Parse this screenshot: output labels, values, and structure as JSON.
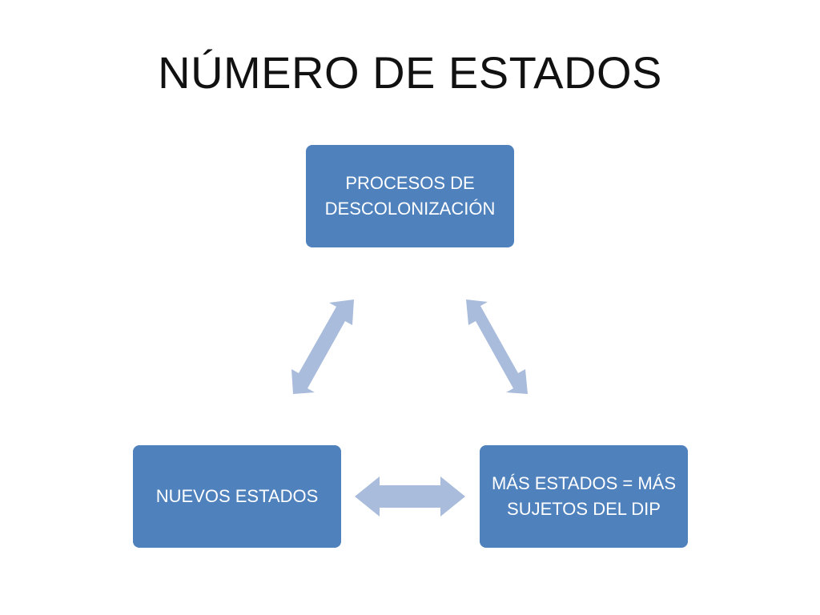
{
  "slide": {
    "title": "NÚMERO DE ESTADOS"
  },
  "diagram": {
    "node_color": "#4F81BD",
    "arrow_color": "#A9BCDC",
    "nodes": [
      {
        "id": "top",
        "label": "PROCESOS DE DESCOLONIZACIÓN"
      },
      {
        "id": "right",
        "label": "MÁS ESTADOS = MÁS SUJETOS DEL DIP"
      },
      {
        "id": "left",
        "label": "NUEVOS ESTADOS"
      }
    ]
  }
}
